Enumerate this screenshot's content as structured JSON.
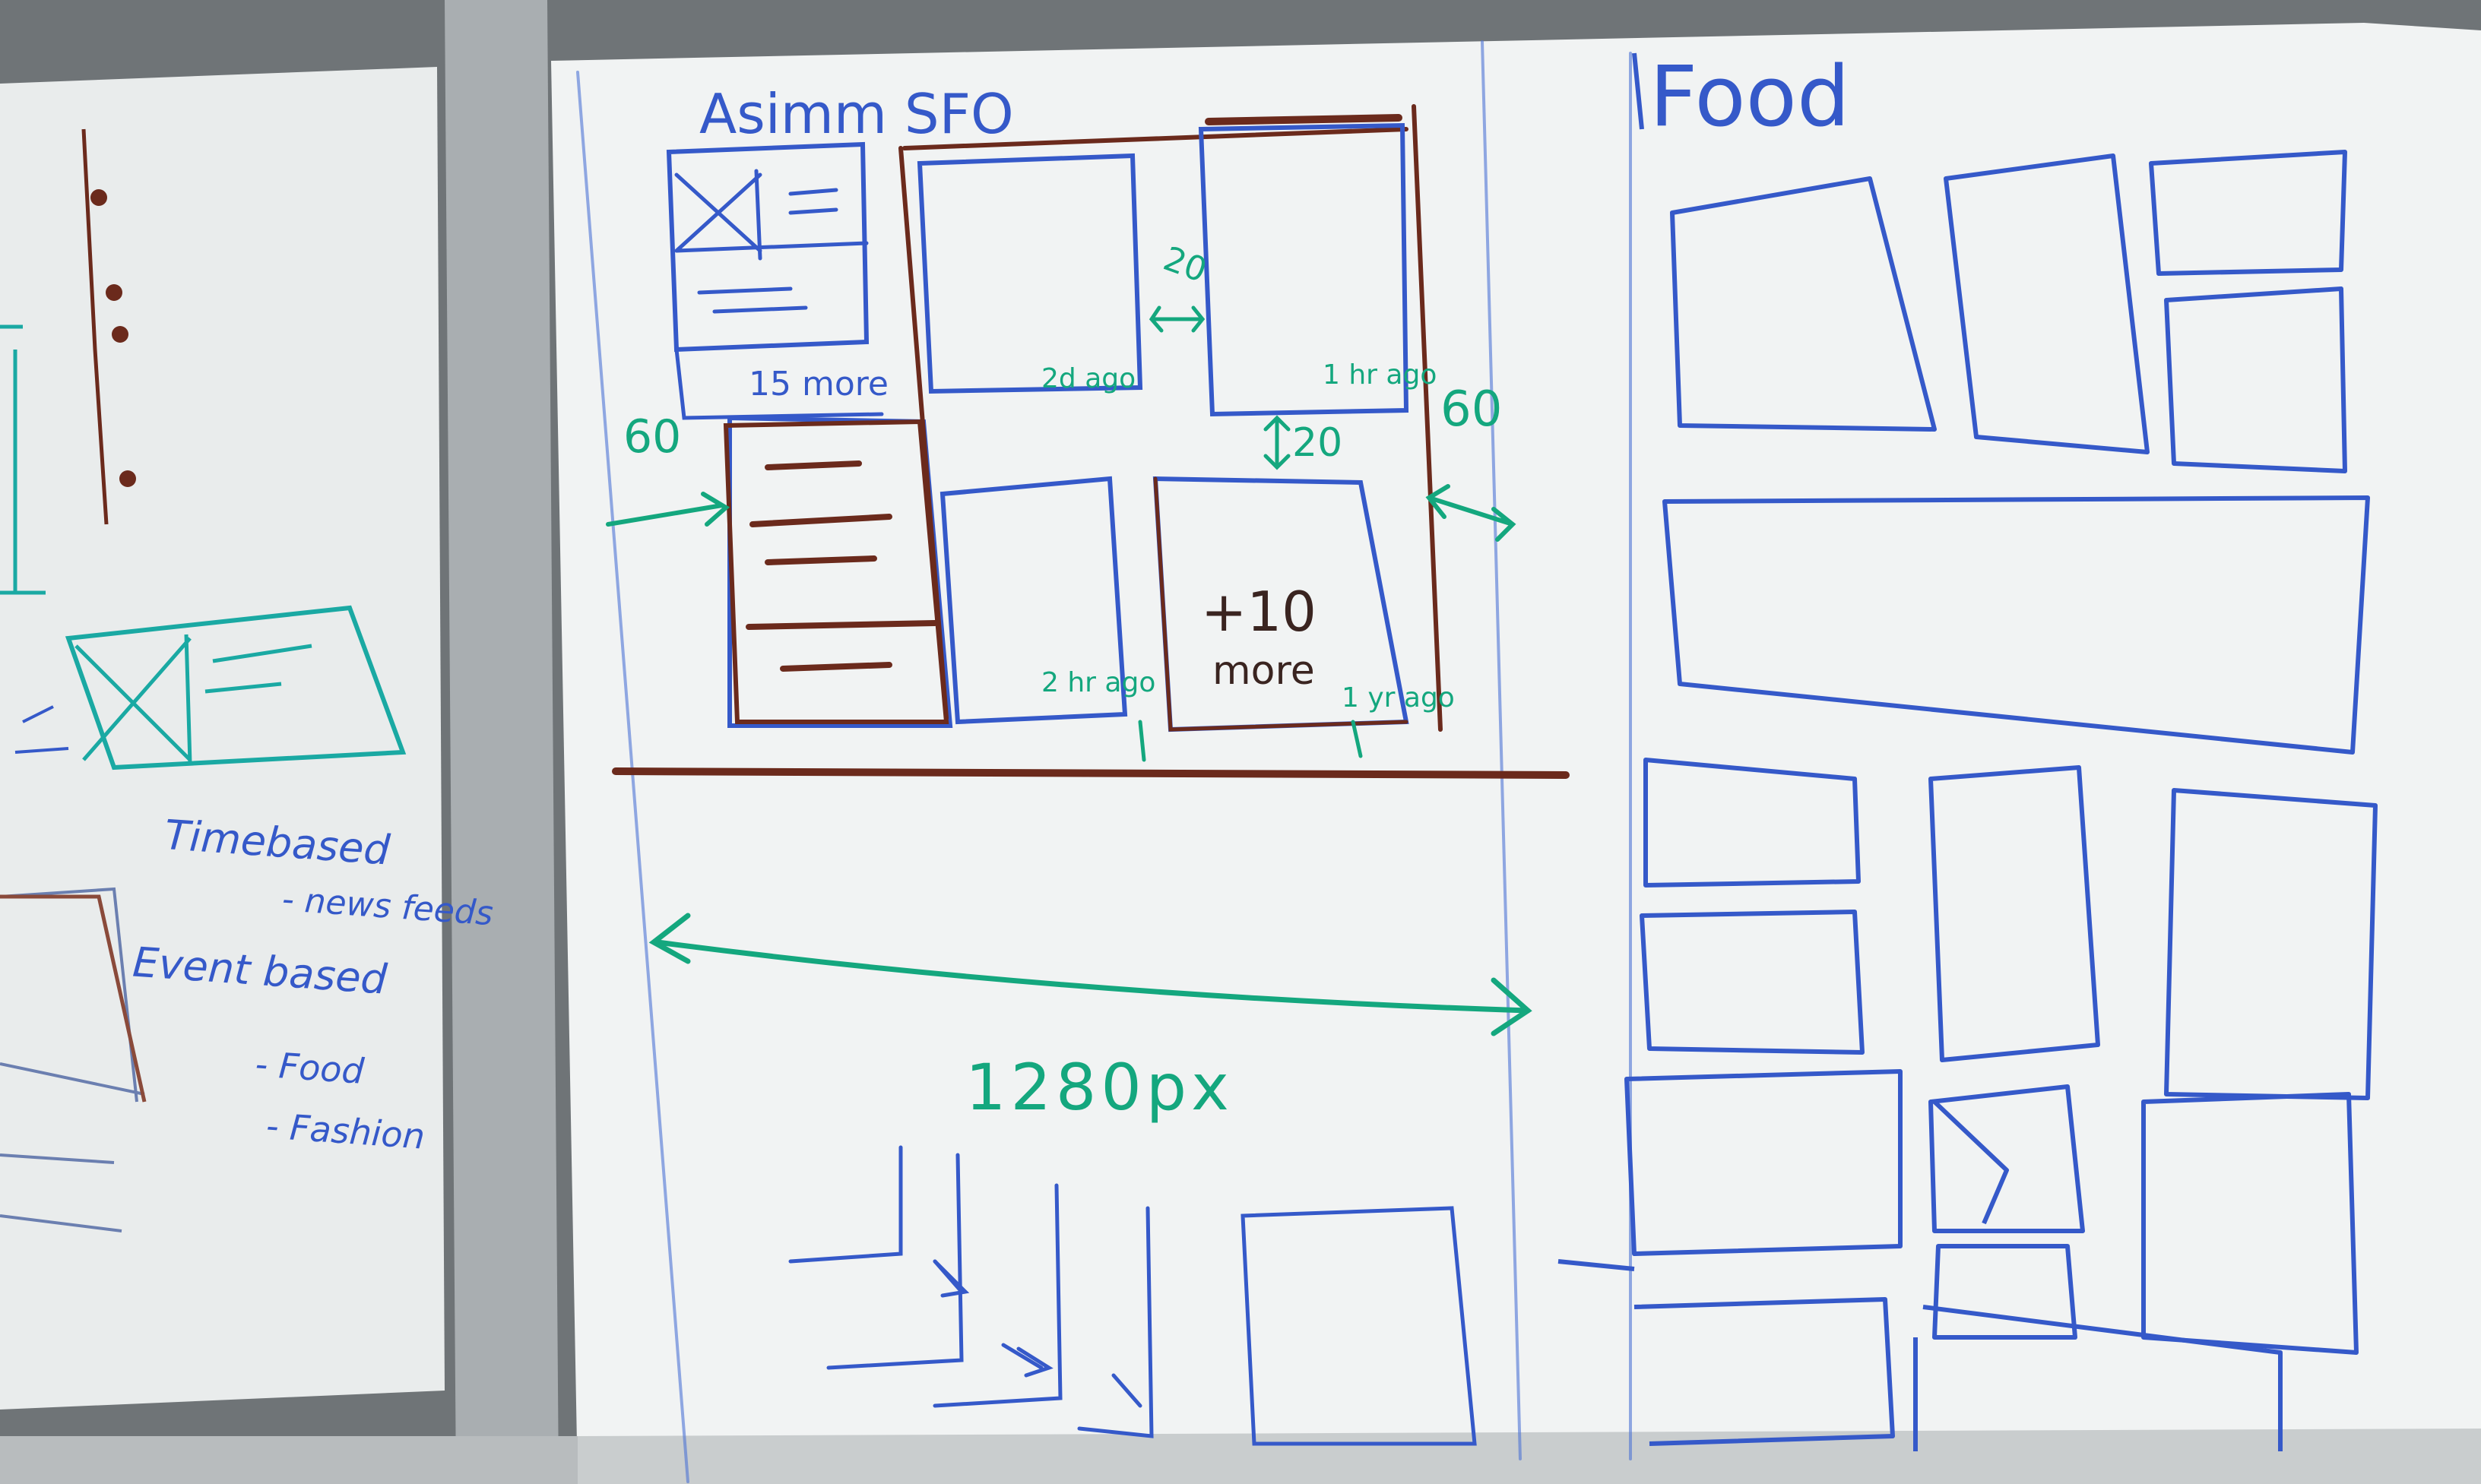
{
  "colors": {
    "board": "#eef1f1",
    "frame": "#9ea3a6",
    "blue_marker": "#3559c9",
    "green_marker": "#14a77e",
    "brown_marker": "#6b2a1c",
    "teal_marker": "#1aa9a3"
  },
  "left_board": {
    "notes": [
      "Timebased",
      "- news feeds",
      "Event based",
      "- Food",
      "- Fashion"
    ]
  },
  "center_board": {
    "title": "Asimm SFO",
    "sidebar_more": "15 more",
    "measure_60_left": "60",
    "measure_60_right": "60",
    "measure_20_a": "20",
    "measure_20_b": "20",
    "time_2d_ago": "2d ago",
    "time_1hr_ago": "1 hr ago",
    "time_2hr_ago": "2 hr ago",
    "time_1yr_ago": "1 yr ago",
    "more_count": "+10",
    "more_label": "more",
    "width_label": "1280px"
  },
  "right_board": {
    "title": "Food"
  }
}
